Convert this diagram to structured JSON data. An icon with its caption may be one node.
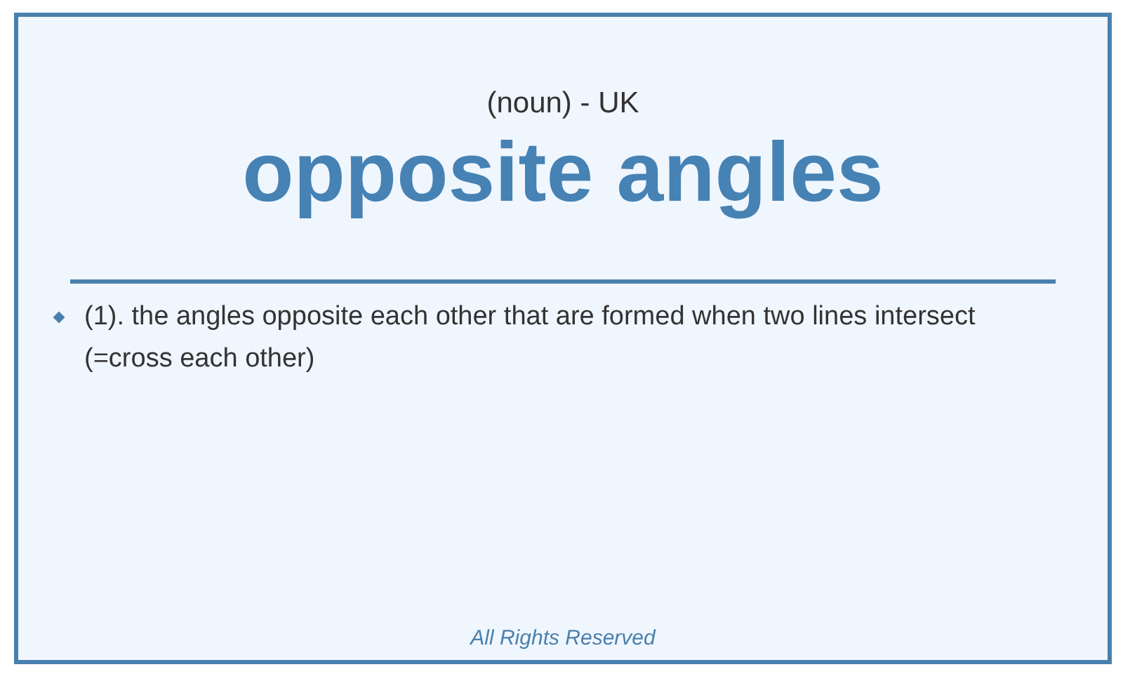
{
  "diagram": {
    "title": "opposite angles",
    "labels": [
      "(noun) - UK",
      "(1). the angles opposite each other that are formed when two lines intersect (=cross each other)",
      "All Rights Reserved"
    ]
  }
}
